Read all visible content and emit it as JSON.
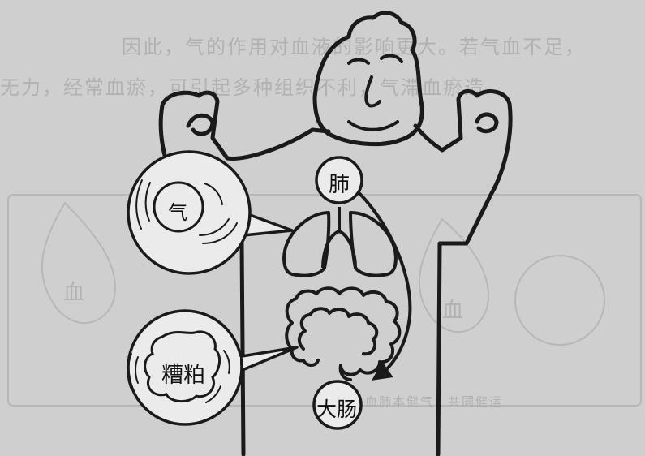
{
  "labels": {
    "lung": "肺",
    "qi": "气",
    "dregs": "糟粕",
    "large_intestine": "大肠"
  },
  "background": {
    "line1": "因此，气的作用对血液的影响更大。若气血不足，",
    "line2": "无力，经常血瘀，可引起多种组织不利，气滞血瘀造",
    "left_drop_label": "血",
    "right_drop_label": "血",
    "caption": "血肺本健气，共同健运"
  },
  "colors": {
    "ink": "#1a1a1a",
    "paper": "#cfcfcf",
    "bubble_fill": "#ebebeb"
  }
}
